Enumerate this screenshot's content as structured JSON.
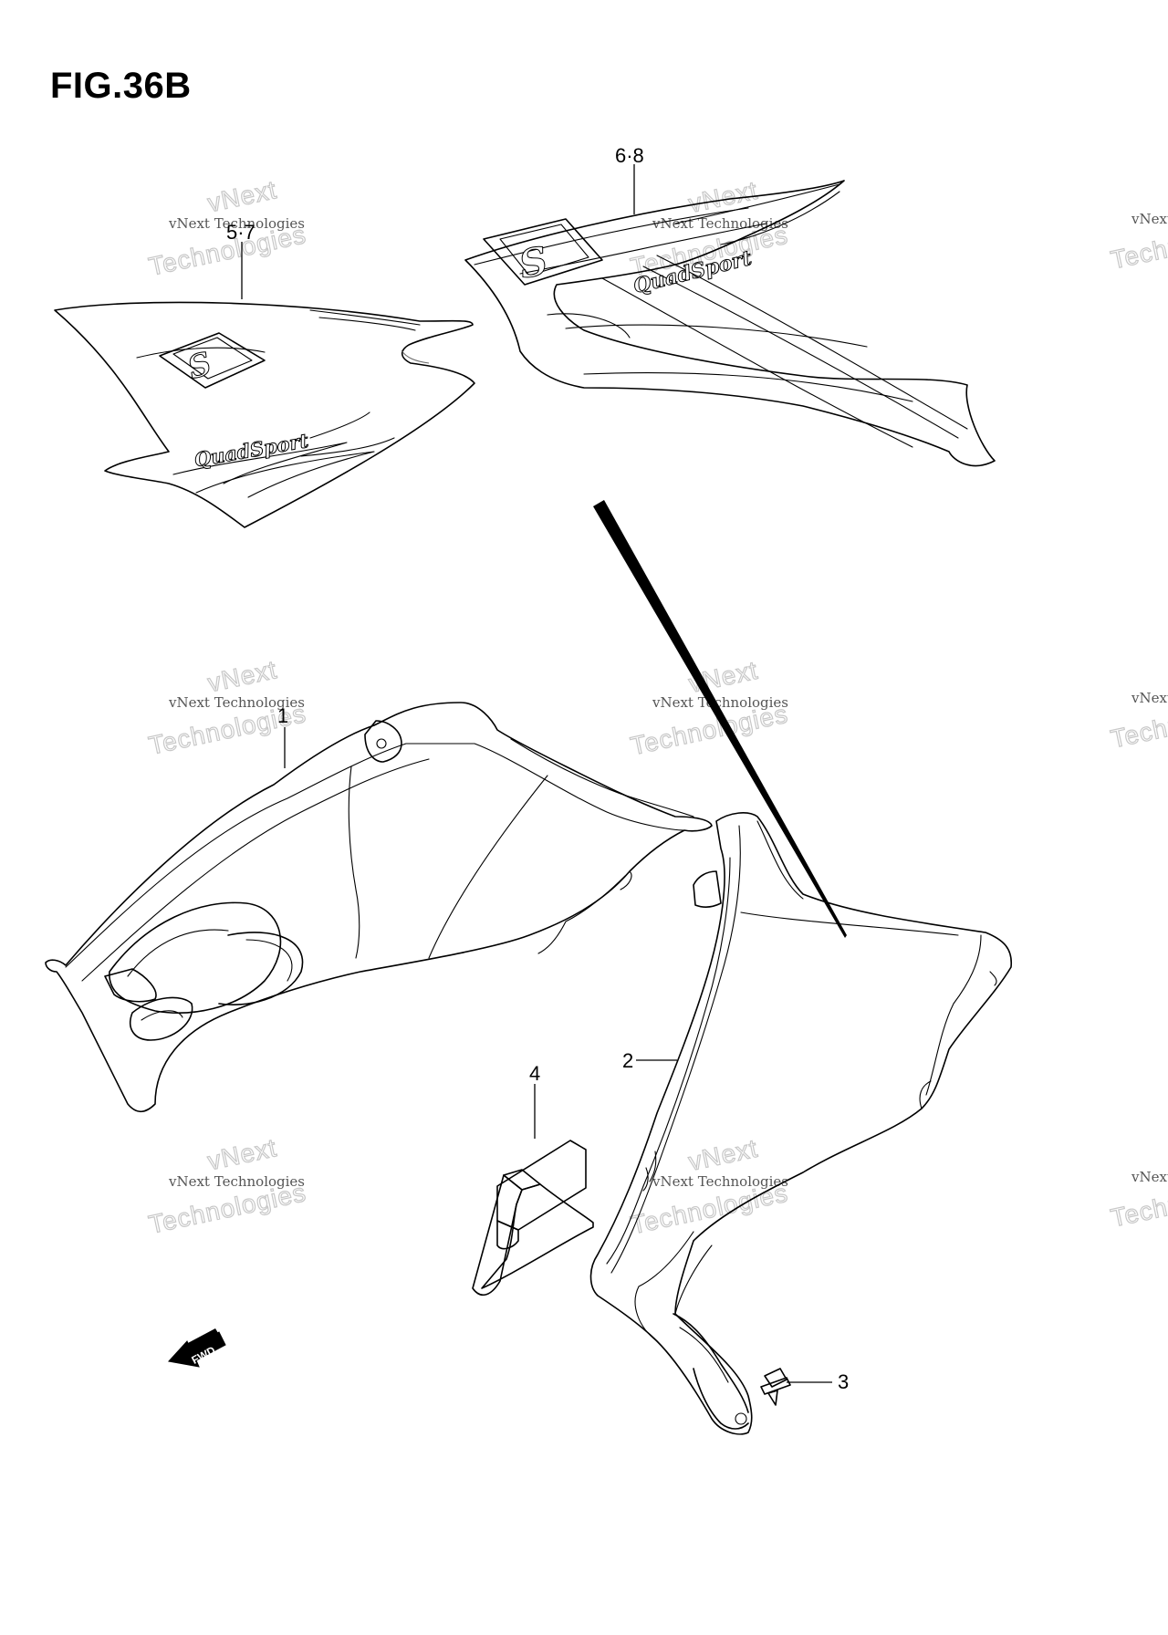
{
  "figure": {
    "title": "FIG.36B",
    "direction_label": "FWD"
  },
  "callouts": [
    {
      "id": "1",
      "label": "1"
    },
    {
      "id": "2",
      "label": "2"
    },
    {
      "id": "3",
      "label": "3"
    },
    {
      "id": "4",
      "label": "4"
    },
    {
      "id": "5-7",
      "label": "5·7"
    },
    {
      "id": "6-8",
      "label": "6·8"
    }
  ],
  "decal_text": {
    "logo_letter": "S",
    "script": "QuadSport"
  },
  "watermark": {
    "line1": "vNext Technologies",
    "line2": "Technologies",
    "line3": "vNext"
  }
}
